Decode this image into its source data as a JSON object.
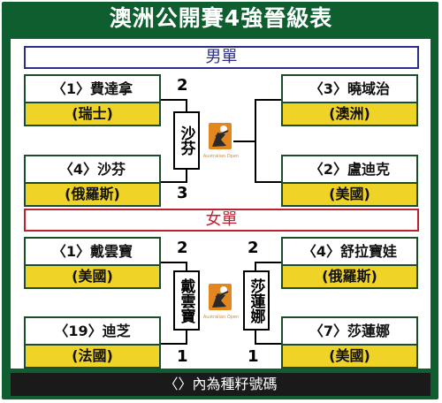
{
  "title": "澳洲公開賽4強晉級表",
  "mens": {
    "heading": "男單",
    "left_top": {
      "name": "〈1〉費達拿",
      "country": "(瑞士)",
      "score": "2"
    },
    "left_bottom": {
      "name": "〈4〉沙芬",
      "country": "(俄羅斯)",
      "score": "3"
    },
    "right_top": {
      "name": "〈3〉曉域治",
      "country": "(澳洲)"
    },
    "right_bottom": {
      "name": "〈2〉盧迪克",
      "country": "(美國)"
    },
    "winner_left": "沙芬"
  },
  "womens": {
    "heading": "女單",
    "left_top": {
      "name": "〈1〉戴雲寶",
      "country": "(美國)",
      "score": "2"
    },
    "left_bottom": {
      "name": "〈19〉迪芝",
      "country": "(法國)",
      "score": "1"
    },
    "right_top": {
      "name": "〈4〉舒拉寶娃",
      "country": "(俄羅斯)",
      "score": "2"
    },
    "right_bottom": {
      "name": "〈7〉莎蓮娜",
      "country": "(美國)",
      "score": "1"
    },
    "winner_left": "戴雲寶",
    "winner_right": "莎蓮娜"
  },
  "logo_text": "Australian Open",
  "footer": "〈〉內為種籽號碼",
  "colors": {
    "frame": "#0e5e2f",
    "country_bg": "#f0d327",
    "mens": "#2b2f8c",
    "womens": "#c0212e"
  }
}
